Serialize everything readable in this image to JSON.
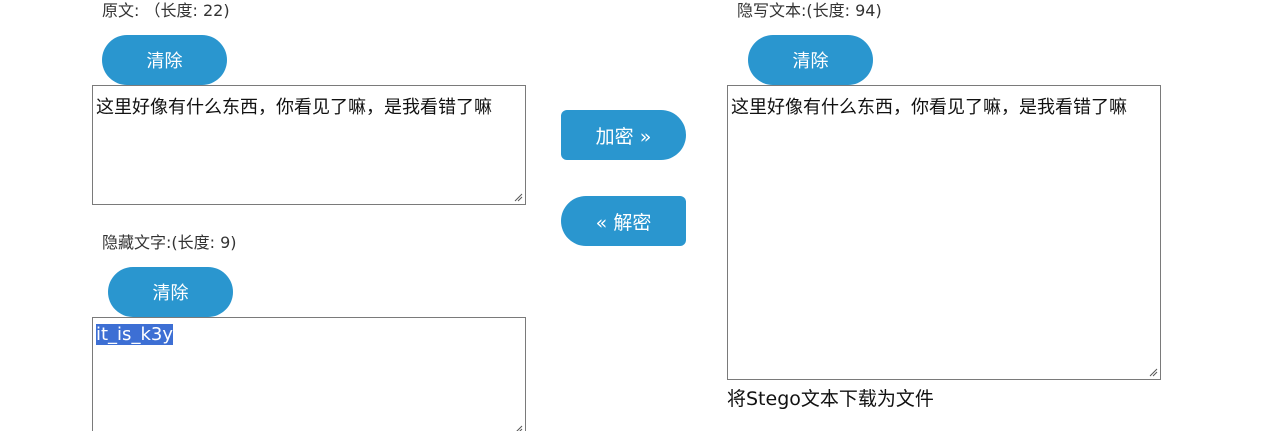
{
  "colors": {
    "accent": "#2a96cf",
    "selection": "#3d6fd4"
  },
  "original": {
    "label": "原文: （长度: 22)",
    "clear_label": "清除",
    "text": "这里好像有什么东西，你看见了嘛，是我看错了嘛"
  },
  "hidden": {
    "label": "隐藏文字:(长度: 9)",
    "clear_label": "清除",
    "text": "it_is_k3y"
  },
  "actions": {
    "encrypt_label": "加密 »",
    "decrypt_label": "« 解密"
  },
  "stego": {
    "label": "隐写文本:(长度: 94)",
    "clear_label": "清除",
    "text": "这里好像有什么东西，你看见了嘛，是我看错了嘛",
    "download_label": "将Stego文本下载为文件"
  },
  "icons": {
    "resize_grip": "resize-grip-icon"
  }
}
